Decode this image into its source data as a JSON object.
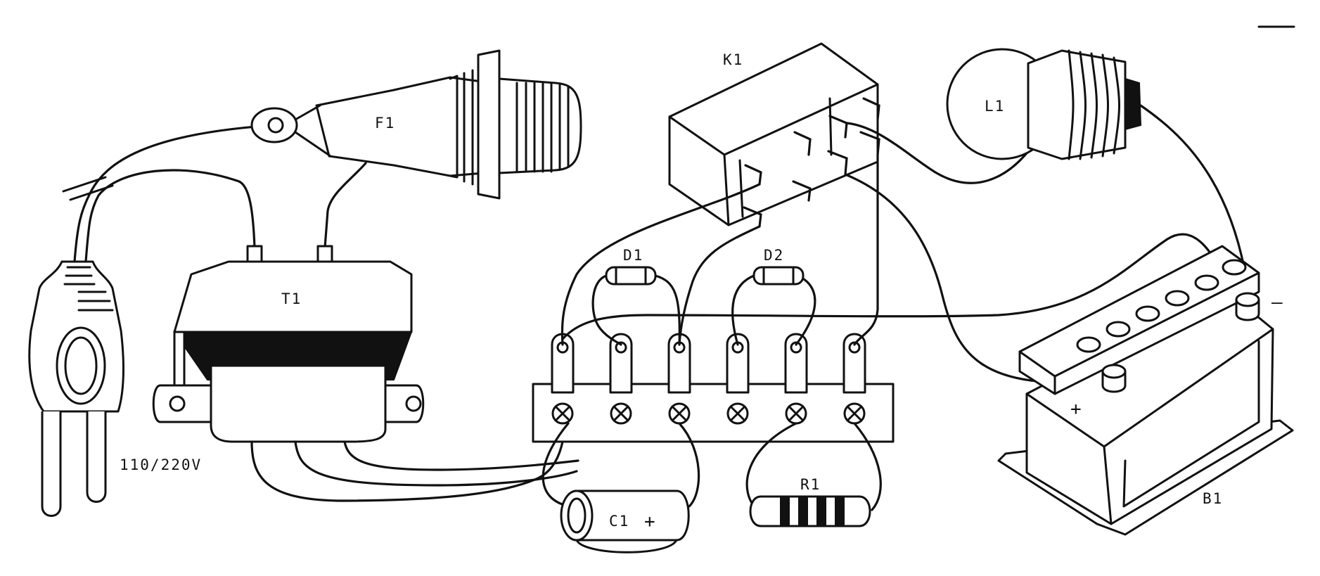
{
  "labels": {
    "relay": "K1",
    "fuse": "F1",
    "lamp": "L1",
    "transformer": "T1",
    "diode1": "D1",
    "diode2": "D2",
    "capacitor": "C1",
    "capacitor_polarity": "+",
    "resistor": "R1",
    "battery": "B1",
    "battery_plus": "+",
    "battery_minus": "–",
    "mains": "110/220V"
  }
}
